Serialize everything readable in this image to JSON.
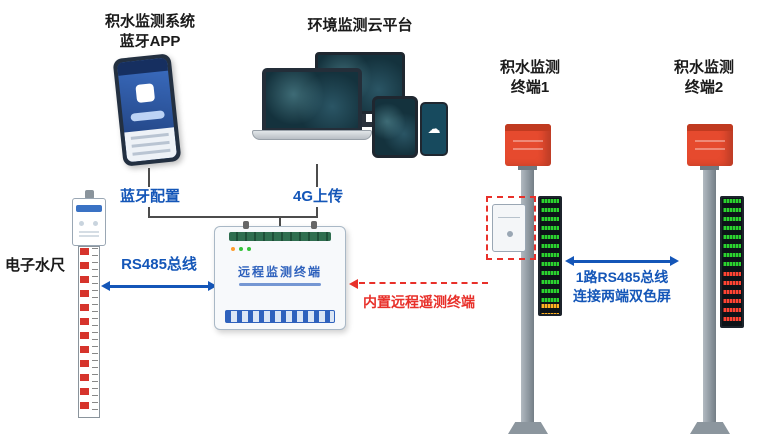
{
  "diagram": {
    "app": {
      "title_line1": "积水监测系统",
      "title_line2": "蓝牙APP"
    },
    "cloud": {
      "title": "环境监测云平台"
    },
    "links": {
      "bluetooth_config": "蓝牙配置",
      "upload_4g": "4G上传",
      "rs485_bus": "RS485总线",
      "builtin_telemetry": "内置远程遥测终端",
      "rs485_dual_line1": "1路RS485总线",
      "rs485_dual_line2": "连接两端双色屏"
    },
    "water_gauge": {
      "label": "电子水尺"
    },
    "rtu": {
      "label": "远程监测终端"
    },
    "terminal1": {
      "line1": "积水监测",
      "line2": "终端1"
    },
    "terminal2": {
      "line1": "积水监测",
      "line2": "终端2"
    },
    "icons": {
      "cloud_glyph": "☁"
    }
  },
  "colors": {
    "blue": "#1456b8",
    "red": "#e8302a",
    "led_green": "#2bd32f",
    "led_red": "#ff4433",
    "pole_red": "#e64a2e",
    "device_blue": "#2f62bd",
    "amber": "#ffb020"
  }
}
